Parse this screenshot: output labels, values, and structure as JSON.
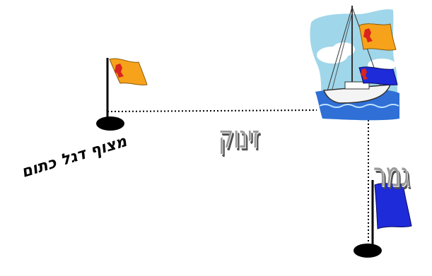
{
  "labels": {
    "buoy": "מצוף דגל כתום",
    "leg": "זינוק",
    "finish": "גמר"
  },
  "colors": {
    "orange_flag": "#f7a21b",
    "blue_flag": "#1e2bd8",
    "red_emblem": "#d9241f",
    "buoy": "#000000",
    "sky": "#9fd6ea",
    "sea": "#2f6fd6"
  },
  "icons": {
    "start_flag": "orange-flag-icon",
    "finish_flag": "blue-flag-icon",
    "boat": "sailboat-icon"
  }
}
